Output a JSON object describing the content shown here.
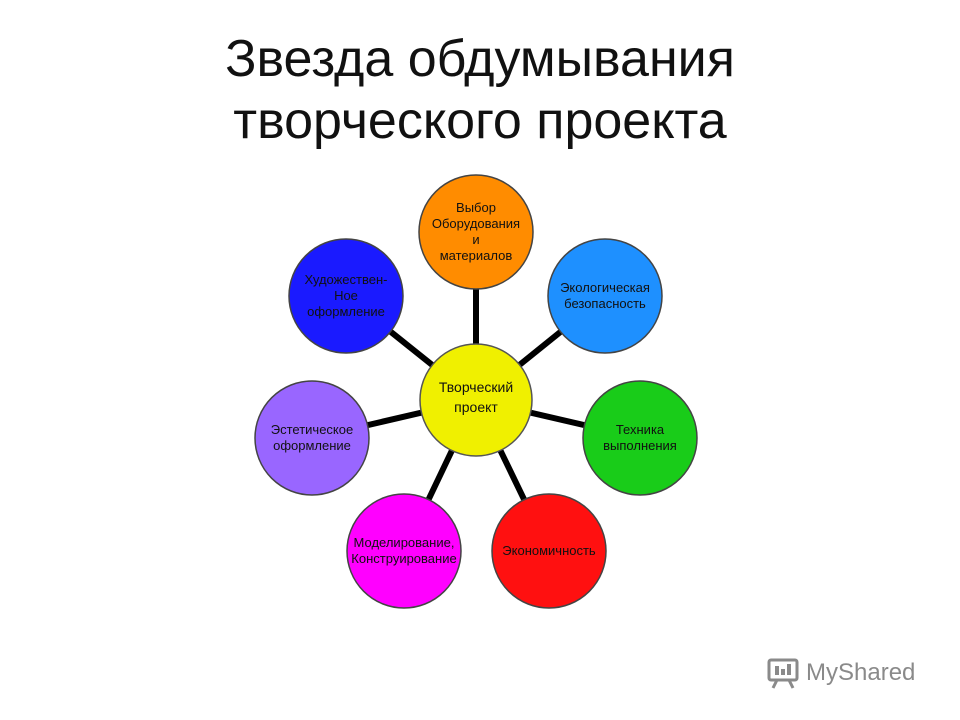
{
  "title": {
    "line1": "Звезда обдумывания",
    "line2": "творческого проекта"
  },
  "center": {
    "lines": [
      "Творческий",
      "проект"
    ],
    "color": "#f0f000"
  },
  "nodes": [
    {
      "id": "equipment",
      "lines": [
        "Выбор",
        "Оборудования",
        "и",
        "материалов"
      ],
      "color": "#ff8c00"
    },
    {
      "id": "ecology",
      "lines": [
        "Экологическая",
        "безопасность"
      ],
      "color": "#1e90ff"
    },
    {
      "id": "technique",
      "lines": [
        "Техника",
        "выполнения"
      ],
      "color": "#19cc19"
    },
    {
      "id": "economy",
      "lines": [
        "Экономичность"
      ],
      "color": "#ff1010"
    },
    {
      "id": "modeling",
      "lines": [
        "Моделирование,",
        "Конструирование"
      ],
      "color": "#ff00ff"
    },
    {
      "id": "aesthetic",
      "lines": [
        "Эстетическое",
        "оформление"
      ],
      "color": "#9966ff"
    },
    {
      "id": "artistic",
      "lines": [
        "Художествен-",
        "Ное",
        "оформление"
      ],
      "color": "#1a1aff"
    }
  ],
  "watermark": {
    "text": "MyShared",
    "icon": "projector-icon"
  }
}
